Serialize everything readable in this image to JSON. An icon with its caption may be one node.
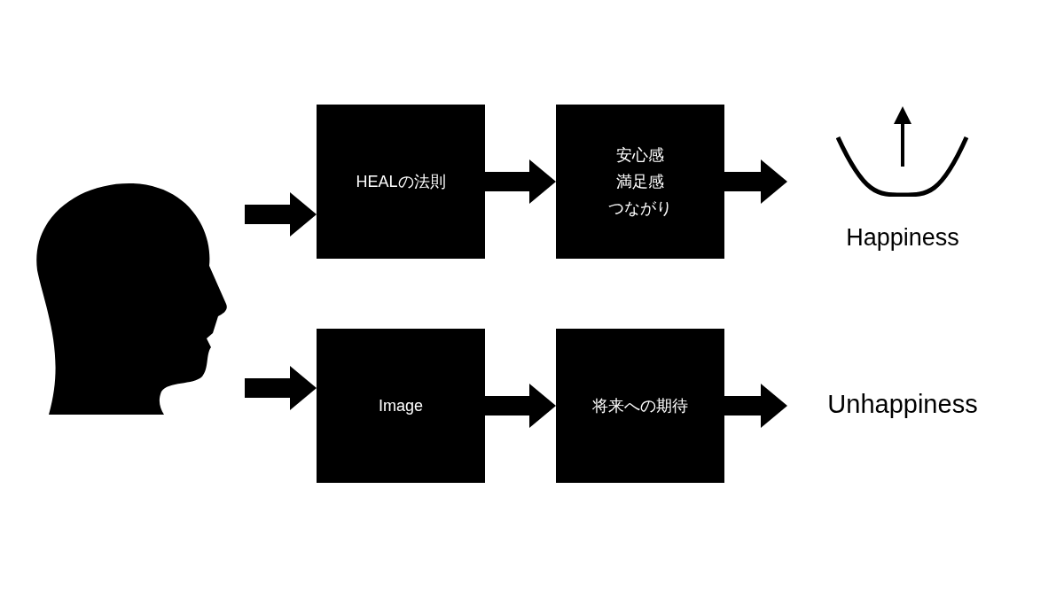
{
  "diagram": {
    "nodes": [
      {
        "text": [],
        "shape": "person"
      },
      {
        "text": [
          "HEALの法則"
        ]
      },
      {
        "text": [
          "安心感",
          "満足感",
          "つながり"
        ]
      },
      {
        "text": [
          "Happiness"
        ]
      },
      {
        "text": [
          "Image"
        ]
      },
      {
        "text": [
          "将来への期待"
        ]
      },
      {
        "text": [
          "Unhappiness"
        ]
      }
    ],
    "edges": [
      {
        "from": 0,
        "to": 1,
        "arrow": "to"
      },
      {
        "from": 1,
        "to": 2,
        "arrow": "to"
      },
      {
        "from": 2,
        "to": 3,
        "arrow": "to"
      },
      {
        "from": 0,
        "to": 4,
        "arrow": "to"
      },
      {
        "from": 4,
        "to": 5,
        "arrow": "to"
      },
      {
        "from": 5,
        "to": 6,
        "arrow": "to"
      }
    ]
  }
}
